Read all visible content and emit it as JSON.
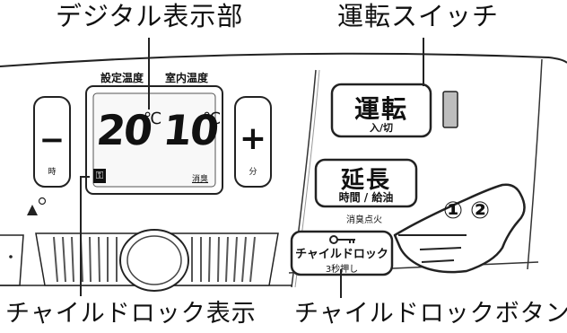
{
  "callouts": {
    "display": "デジタル表示部",
    "run_switch": "運転スイッチ",
    "child_lock_display": "チャイルドロック表示",
    "child_lock_button": "チャイルドロックボタン"
  },
  "panel": {
    "set_temp_label": "設定温度",
    "room_temp_label": "室内温度",
    "set_temp_value": "20",
    "room_temp_value": "10",
    "unit": "℃",
    "deodorize": "消臭",
    "minus": "−",
    "minus_sub": "時",
    "plus": "+",
    "plus_sub": "分"
  },
  "buttons": {
    "run": {
      "label": "運転",
      "sub": "入/切"
    },
    "extend": {
      "label": "延長",
      "sub": "時間 / 給油",
      "under": "消臭点火"
    },
    "child_lock": {
      "label": "チャイルドロック",
      "sub": "3秒押し"
    }
  },
  "steps": [
    "①",
    "②"
  ]
}
